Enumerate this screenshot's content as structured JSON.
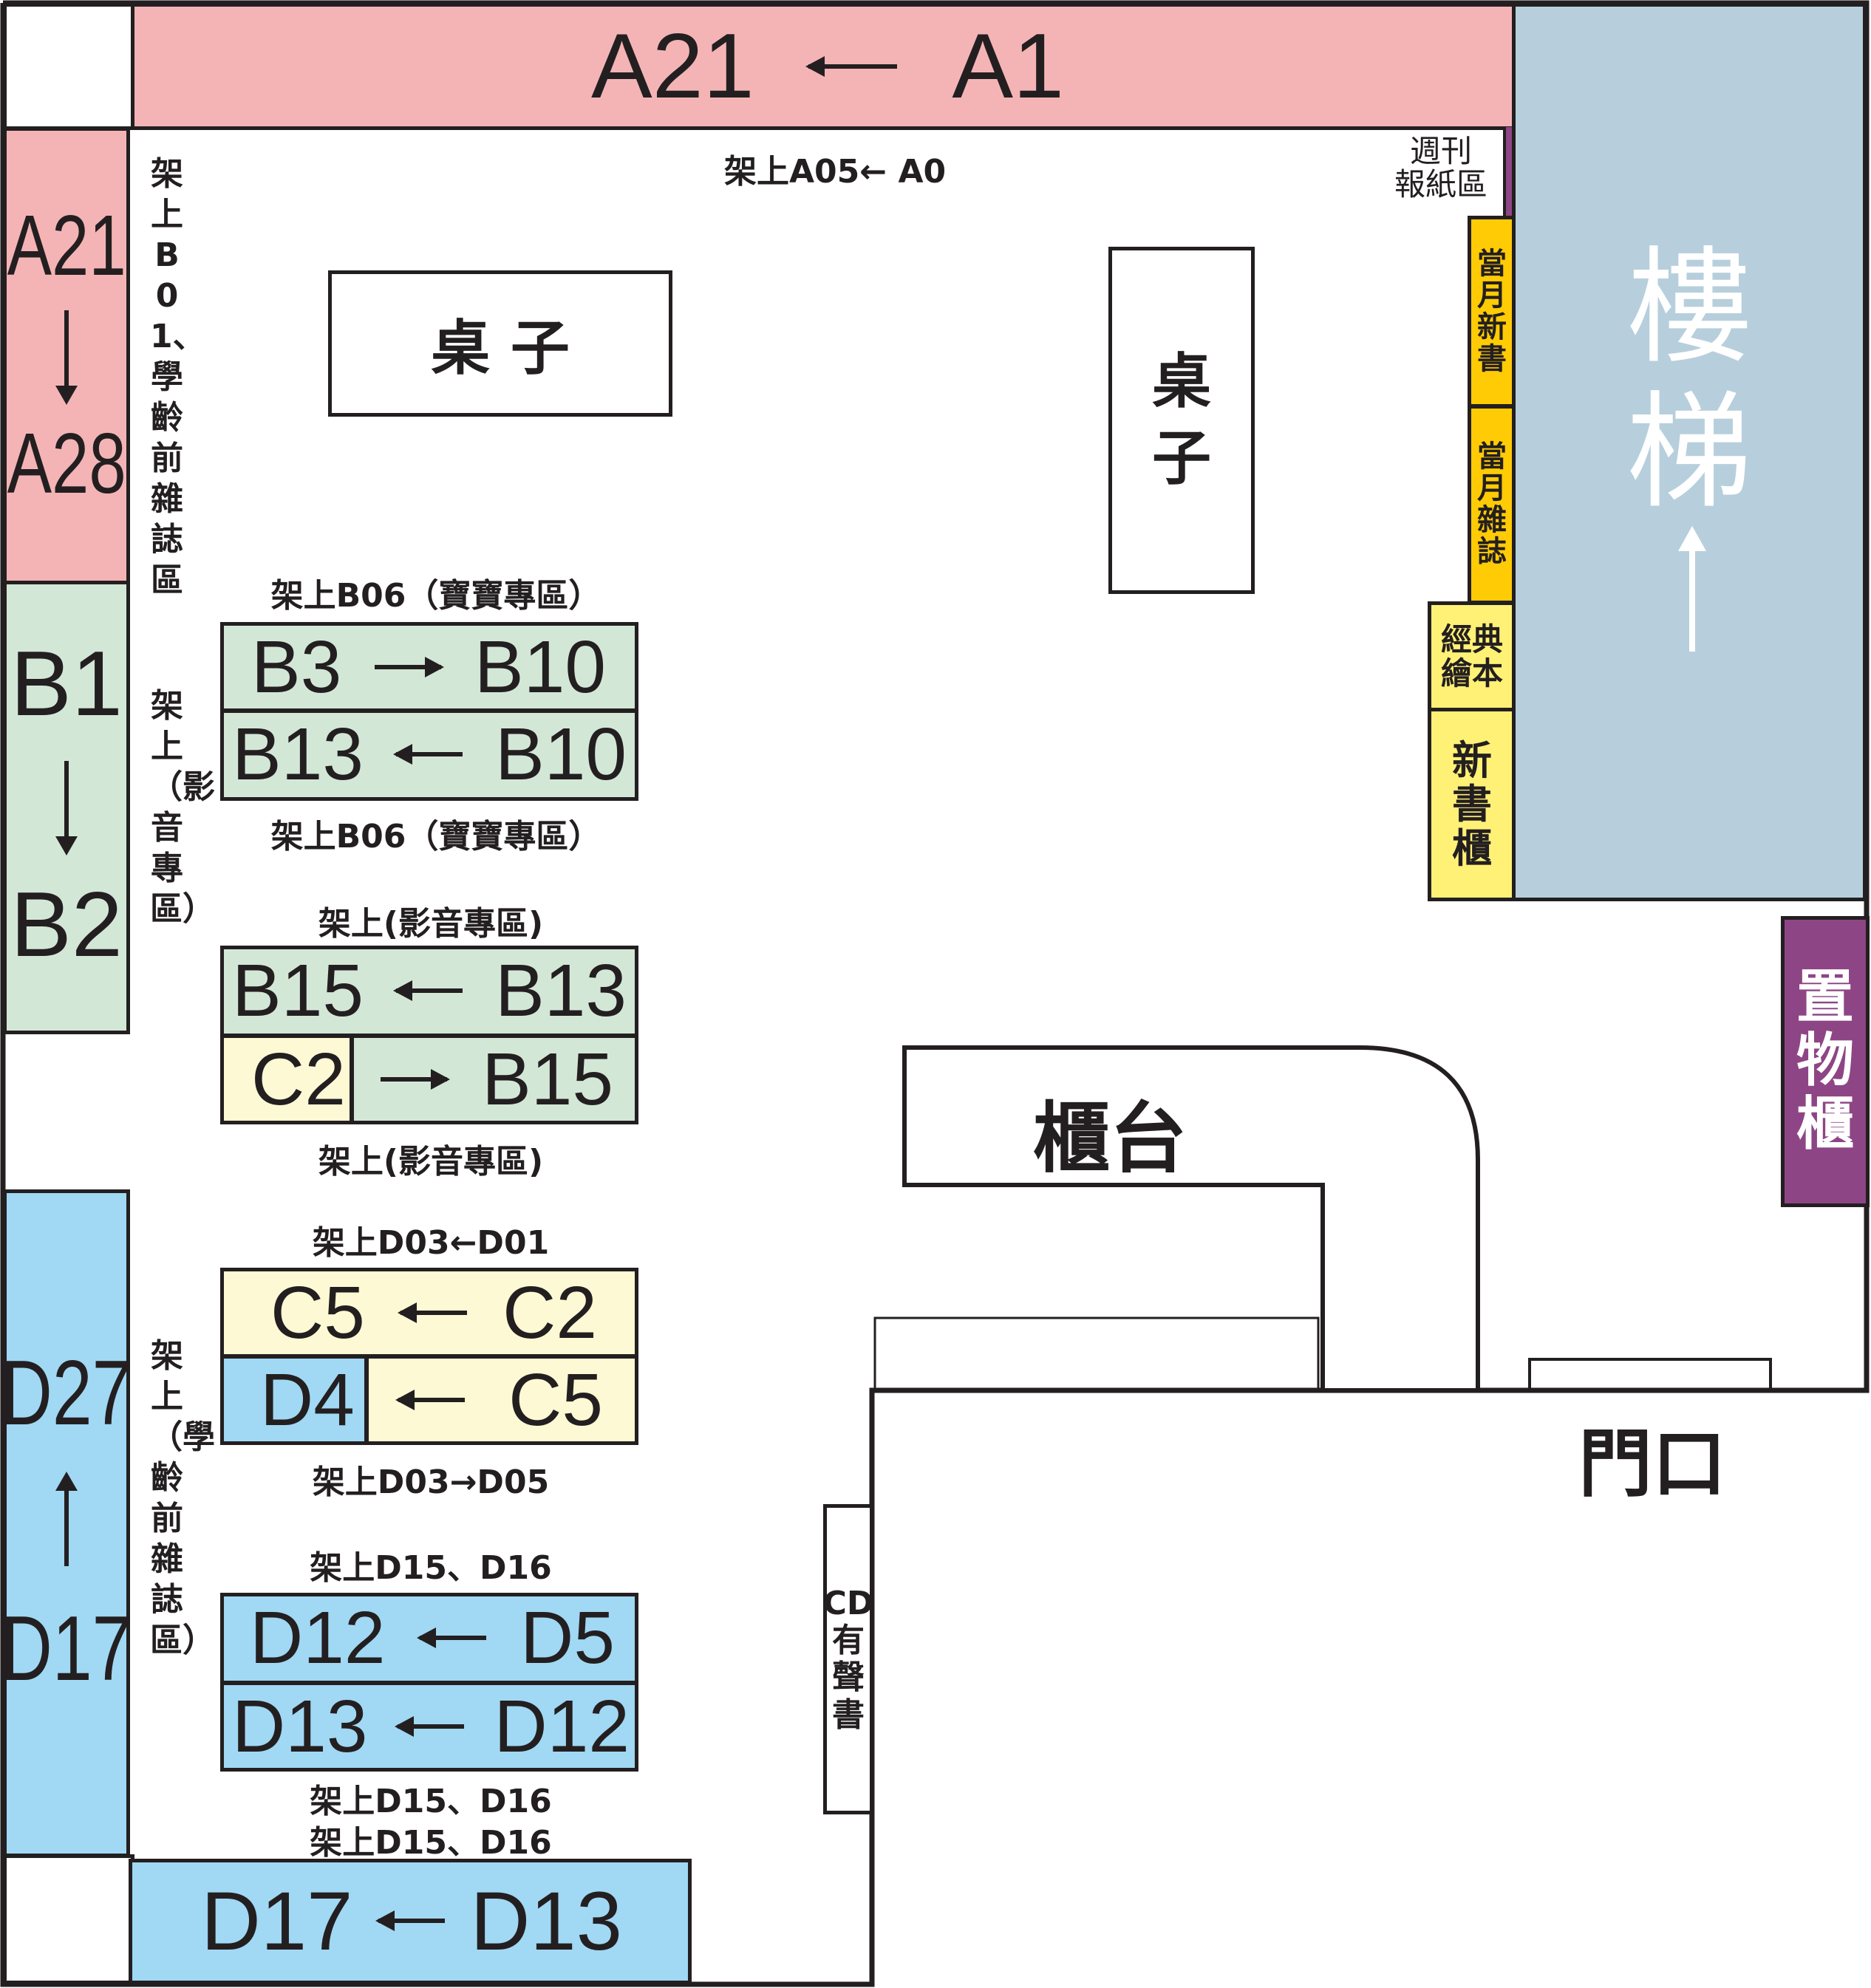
{
  "colors": {
    "a_section": "#f4b4b6",
    "b_section": "#d3e7d7",
    "c_section": "#fdf9d4",
    "d_section": "#a1d8f4",
    "stairs": "#b7cfdc",
    "locker": "#8e4585",
    "monthly": "#ffcb05",
    "new_books": "#fff176"
  },
  "top_shelf": {
    "left": "A21",
    "right": "A1"
  },
  "left_a": {
    "top": "A21",
    "bottom": "A28"
  },
  "left_b": {
    "top": "B1",
    "bottom": "B2"
  },
  "left_d": {
    "top": "D27",
    "bottom": "D17"
  },
  "bottom_shelf": {
    "left": "D17",
    "right": "D13"
  },
  "top_note": "架上A05← A0",
  "left_note_1": "架上B01、學齡前雜誌區",
  "left_note_2": "架上（影音專區）",
  "left_note_3": "架上（學齡前雜誌區）",
  "tables": {
    "table1": "桌 子",
    "table2": "桌子"
  },
  "newspapers": {
    "line1": "週刊",
    "line2": "報紙區"
  },
  "monthly_new": "當月新書",
  "monthly_mag": "當月雜誌",
  "classic": {
    "line1": "經典",
    "line2": "繪本"
  },
  "new_cabinet": "新書櫃",
  "stairs": "樓梯",
  "locker": "置物櫃",
  "counter": "櫃台",
  "door": "門口",
  "cd_books": {
    "line1": "CD",
    "line2": "有聲書"
  },
  "island_b1": {
    "label_top": "架上B06（寶寶專區）",
    "row1": {
      "left": "B3",
      "right": "B10"
    },
    "row2": {
      "left": "B13",
      "right": "B10"
    },
    "label_bottom": "架上B06（寶寶專區）"
  },
  "island_b2": {
    "label_top": "架上(影音專區)",
    "row1": {
      "left": "B15",
      "right": "B13"
    },
    "row2": {
      "left": "C2",
      "right": "B15"
    },
    "label_bottom": "架上(影音專區)"
  },
  "island_c": {
    "label_top": "架上D03←D01",
    "row1": {
      "left": "C5",
      "right": "C2"
    },
    "row2": {
      "left": "D4",
      "right": "C5"
    },
    "label_bottom": "架上D03→D05"
  },
  "island_d": {
    "label_top": "架上D15、D16",
    "row1": {
      "left": "D12",
      "right": "D5"
    },
    "row2": {
      "left": "D13",
      "right": "D12"
    },
    "label_bottom_1": "架上D15、D16",
    "label_bottom_2": "架上D15、D16"
  }
}
